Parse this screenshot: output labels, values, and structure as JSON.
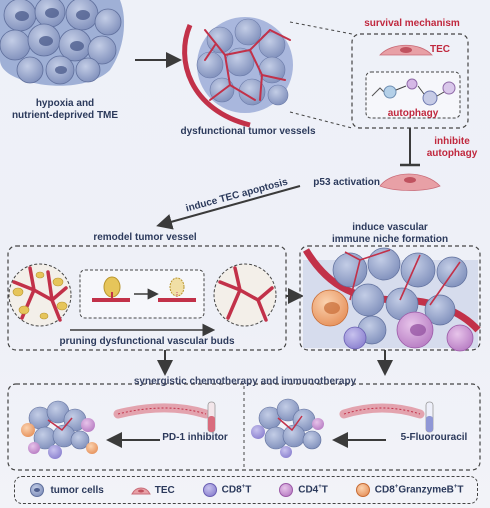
{
  "labels": {
    "tme": "hypoxia and\nnutrient-deprived TME",
    "dysfunctional_vessels": "dysfunctional tumor vessels",
    "survival_mechanism": "survival mechanism",
    "tec": "TEC",
    "autophagy": "autophagy",
    "inhibit_autophagy": "inhibite\nautophagy",
    "p53_activation": "p53 activation",
    "induce_tec_apoptosis": "induce TEC apoptosis",
    "remodel_tumor_vessel": "remodel tumor vessel",
    "induce_niche": "induce vascular\nimmune niche formation",
    "pruning": "pruning dysfunctional vascular buds",
    "synergistic": "synergistic chemotherapy and immunotherapy",
    "pd1": "PD-1 inhibitor",
    "fu": "5-Fluorouracil"
  },
  "legend": [
    {
      "name": "tumor-cells",
      "text": "tumor cells",
      "sup": "",
      "tail": ""
    },
    {
      "name": "tec",
      "text": "TEC",
      "sup": "",
      "tail": ""
    },
    {
      "name": "cd8-t",
      "text": "CD8",
      "sup": "+",
      "tail": "T"
    },
    {
      "name": "cd4-t",
      "text": "CD4",
      "sup": "+",
      "tail": "T"
    },
    {
      "name": "cd8-granzymeb-t",
      "text": "CD8",
      "sup": "+",
      "tail": "GranzymeB",
      "sup2": "+",
      "tail2": "T"
    }
  ],
  "colors": {
    "tumor": "#8d9cc4",
    "vessel": "#c23149",
    "tec": "#e8a0a6",
    "cd8": "#9a8fd6",
    "cd4": "#d78bc8",
    "granzyme": "#f0a878",
    "arrow": "#3b3b3b"
  }
}
